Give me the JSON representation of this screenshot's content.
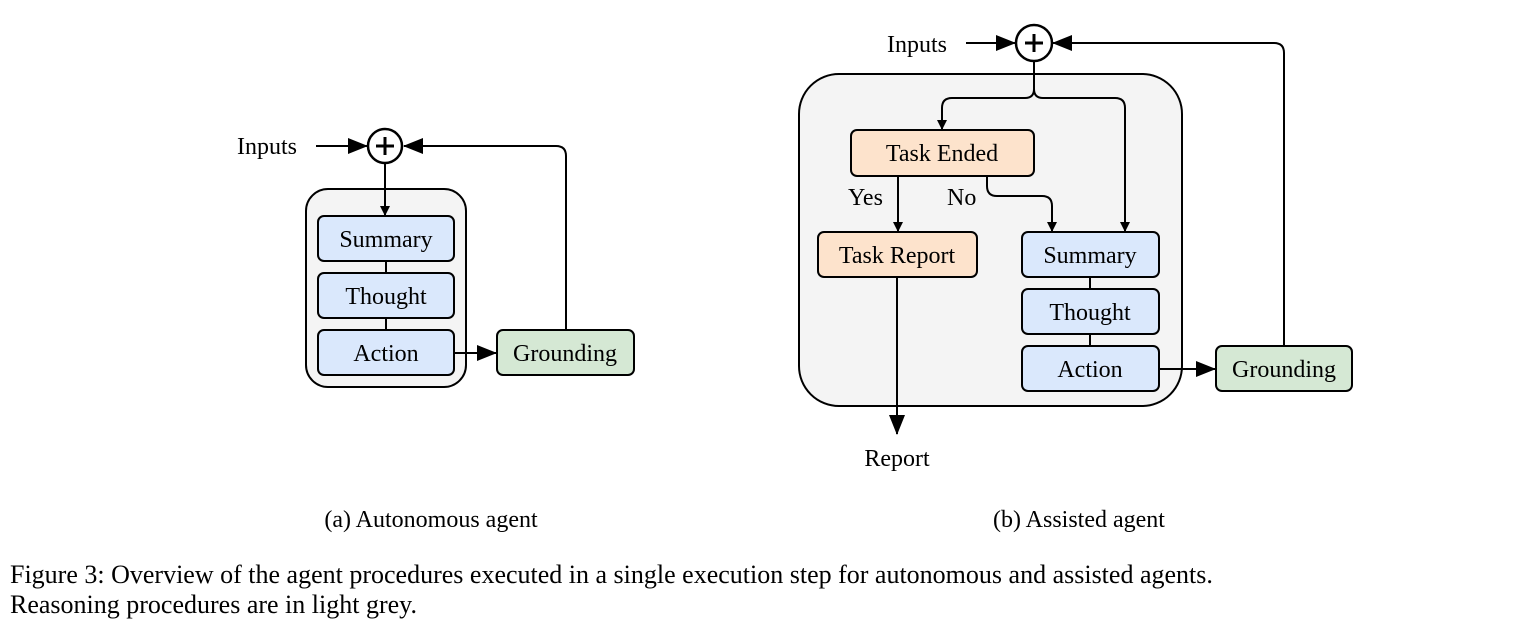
{
  "autonomous": {
    "inputs_label": "Inputs",
    "summary_label": "Summary",
    "thought_label": "Thought",
    "action_label": "Action",
    "grounding_label": "Grounding",
    "subcaption": "(a) Autonomous agent"
  },
  "assisted": {
    "inputs_label": "Inputs",
    "task_ended_label": "Task Ended",
    "yes_label": "Yes",
    "no_label": "No",
    "task_report_label": "Task Report",
    "summary_label": "Summary",
    "thought_label": "Thought",
    "action_label": "Action",
    "grounding_label": "Grounding",
    "report_label": "Report",
    "subcaption": "(b) Assisted agent"
  },
  "caption": {
    "line1": "Figure 3: Overview of the agent procedures executed in a single execution step for autonomous and assisted agents.",
    "line2": "Reasoning procedures are in light grey."
  },
  "colors": {
    "reasoning_container": "#f4f4f4",
    "step_box": "#dae8fc",
    "grounding_box": "#d5e8d4",
    "task_box": "#fde3cc"
  }
}
